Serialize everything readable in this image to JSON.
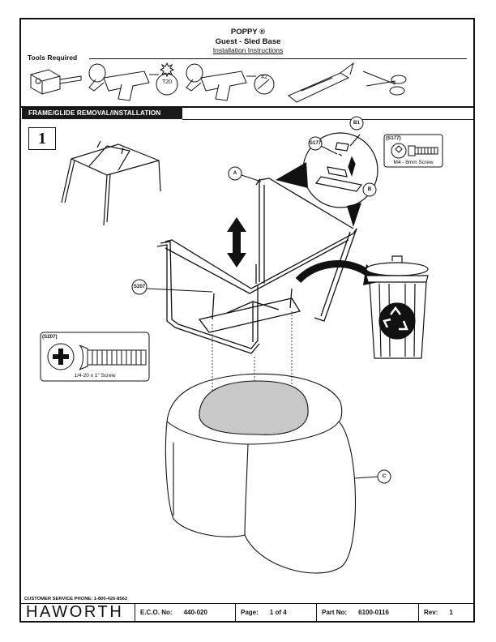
{
  "header": {
    "brand": "POPPY ®",
    "subtitle": "Guest - Sled Base",
    "instructions": "Installation Instructions"
  },
  "tools": {
    "label": "Tools Required",
    "items": [
      {
        "name": "tape-measure-icon"
      },
      {
        "name": "power-drill-torx-icon",
        "bit": "T20"
      },
      {
        "name": "power-drill-phillips-icon",
        "bit": "#2"
      },
      {
        "name": "utility-knife-icon"
      },
      {
        "name": "scissors-icon"
      }
    ]
  },
  "section": {
    "title": "FRAME/GLIDE REMOVAL/INSTALLATION",
    "step": "1"
  },
  "callouts": {
    "a": "A",
    "b": "B",
    "b1": "B1",
    "c": "C",
    "s177": "S177",
    "s207": "S207"
  },
  "screws": {
    "s177": {
      "tag": "(S177)",
      "caption": "M4 - 8mm Screw"
    },
    "s207": {
      "tag": "(S207)",
      "caption": "1/4-20 x 1\" Screw"
    }
  },
  "footer": {
    "phone": "CUSTOMER SERVICE PHONE: 1-800-426-8562",
    "logo": "HAWORTH",
    "eco_label": "E.C.O. No:",
    "eco_value": "440-020",
    "page_label": "Page:",
    "page_value": "1 of 4",
    "part_label": "Part No:",
    "part_value": "6100-0116",
    "rev_label": "Rev:",
    "rev_value": "1"
  }
}
